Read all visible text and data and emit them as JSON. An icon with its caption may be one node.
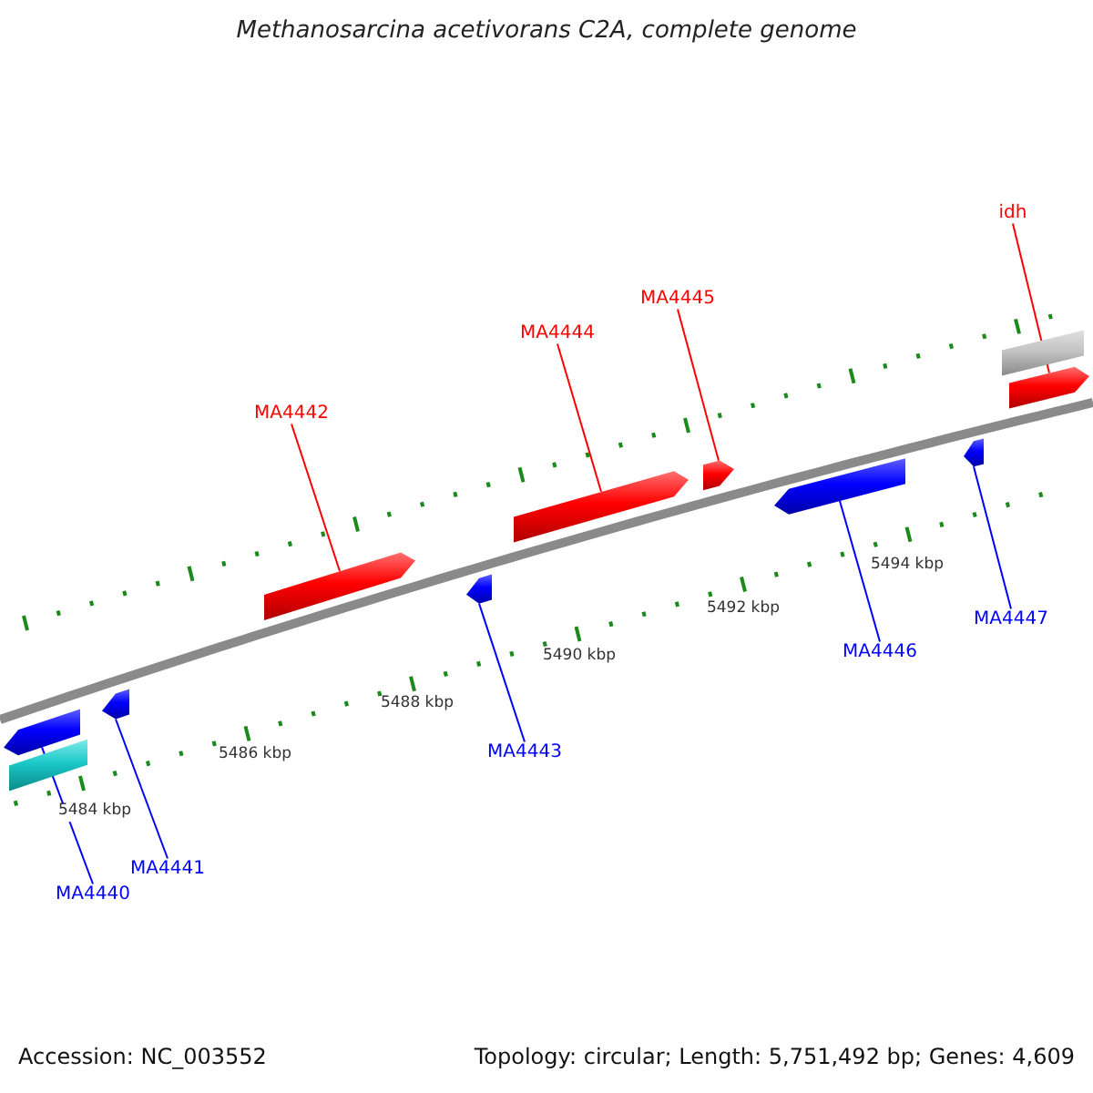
{
  "diagram": {
    "title": "Methanosarcina acetivorans C2A, complete genome",
    "nodes": [
      {
        "text": [
          "idh"
        ]
      },
      {
        "text": [
          "MA4445"
        ]
      },
      {
        "text": [
          "MA4444"
        ]
      },
      {
        "text": [
          "MA4442"
        ]
      },
      {
        "text": [],
        "shape": "bar"
      },
      {
        "text": [],
        "shape": "bar"
      },
      {
        "text": [],
        "shape": "bar"
      },
      {
        "text": [],
        "shape": "bar"
      },
      {
        "text": [],
        "shape": "bar"
      },
      {
        "text": [],
        "shape": "bar"
      },
      {
        "text": [],
        "shape": "bar"
      },
      {
        "text": [],
        "shape": "bar"
      },
      {
        "text": [],
        "shape": "bar"
      },
      {
        "text": [],
        "shape": "bar"
      },
      {
        "text": [],
        "shape": "bar"
      },
      {
        "text": [
          "MA4447"
        ]
      },
      {
        "text": [
          "MA4446"
        ]
      },
      {
        "text": [
          "MA4443"
        ]
      },
      {
        "text": [
          "MA4441"
        ]
      },
      {
        "text": [
          "MA4440"
        ]
      }
    ],
    "edges": [
      {
        "from": 0,
        "to": 5,
        "arrow": "none",
        "color": "#ff0000"
      },
      {
        "from": 1,
        "to": 7,
        "arrow": "none",
        "color": "#ff0000"
      },
      {
        "from": 2,
        "to": 8,
        "arrow": "none",
        "color": "#ff0000"
      },
      {
        "from": 3,
        "to": 10,
        "arrow": "none",
        "color": "#ff0000"
      },
      {
        "from": 15,
        "to": 6,
        "arrow": "none"
      },
      {
        "from": 16,
        "to": 9,
        "arrow": "none"
      },
      {
        "from": 17,
        "to": 11,
        "arrow": "none"
      },
      {
        "from": 18,
        "to": 12,
        "arrow": "none"
      },
      {
        "from": 19,
        "to": 13,
        "arrow": "none"
      }
    ],
    "labels": [
      "5494 kbp",
      "5492 kbp",
      "5490 kbp",
      "5488 kbp",
      "5486 kbp",
      "5484 kbp",
      "Accession: NC_003552",
      "Topology: circular; Length: 5,751,492 bp; Genes: 4,609"
    ]
  }
}
